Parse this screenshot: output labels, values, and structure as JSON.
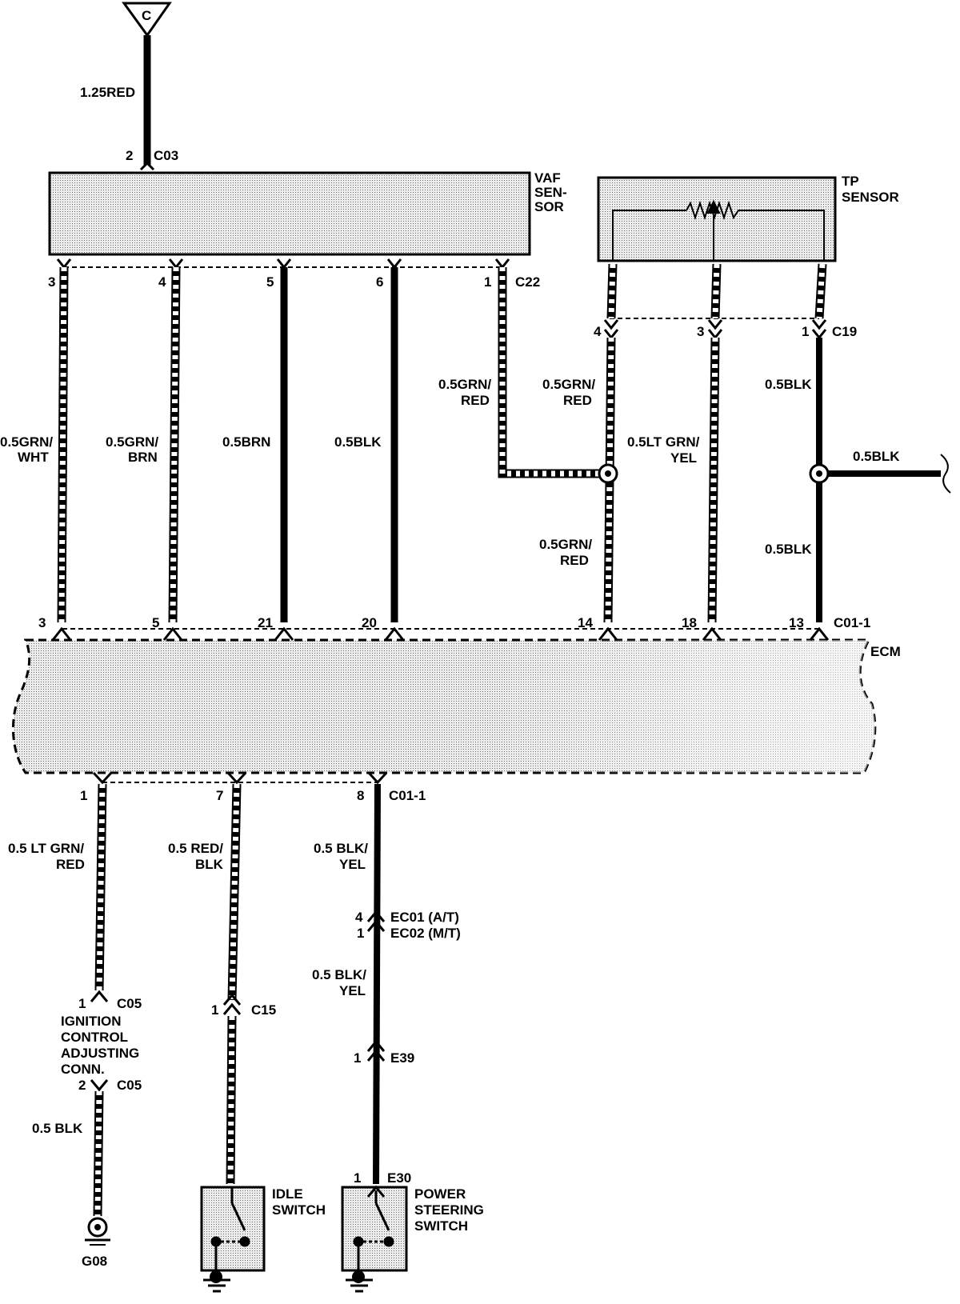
{
  "components": {
    "source_terminal": "C",
    "vaf_sensor": [
      "VAF",
      "SEN-",
      "SOR"
    ],
    "tp_sensor": [
      "TP",
      "SENSOR"
    ],
    "ecm": "ECM",
    "ign_conn": [
      "IGNITION",
      "CONTROL",
      "ADJUSTING",
      "CONN."
    ],
    "idle_switch": [
      "IDLE",
      "SWITCH"
    ],
    "ps_switch": [
      "POWER",
      "STEERING",
      "SWITCH"
    ],
    "ground": "G08"
  },
  "connectors": {
    "c03": "C03",
    "c03_pin": "2",
    "c22": "C22",
    "c22_pins": [
      "3",
      "4",
      "5",
      "6",
      "1"
    ],
    "c19": "C19",
    "c19_pins": [
      "4",
      "3",
      "1"
    ],
    "ecm_top": "C01-1",
    "ecm_top_pins": [
      "3",
      "5",
      "21",
      "20",
      "14",
      "18",
      "13"
    ],
    "ecm_bottom": "C01-1",
    "ecm_bottom_pins": [
      "1",
      "7",
      "8"
    ],
    "ec01": "EC01 (A/T)",
    "ec01_pin": "4",
    "ec02": "EC02 (M/T)",
    "ec02_pin": "1",
    "c05": "C05",
    "c05_pin_a": "1",
    "c05_pin_b": "2",
    "c15": "C15",
    "c15_pin": "1",
    "e39": "E39",
    "e39_pin": "1",
    "e30": "E30",
    "e30_pin": "1"
  },
  "wires": {
    "feed": "1.25RED",
    "w1": [
      "0.5GRN/",
      "WHT"
    ],
    "w2": [
      "0.5GRN/",
      "BRN"
    ],
    "w3": "0.5BRN",
    "w4": "0.5BLK",
    "w5": [
      "0.5GRN/",
      "RED"
    ],
    "w6a": [
      "0.5GRN/",
      "RED"
    ],
    "w6b": [
      "0.5GRN/",
      "RED"
    ],
    "w7": [
      "0.5LT GRN/",
      "YEL"
    ],
    "w8a": "0.5BLK",
    "w8b": "0.5BLK",
    "w8c": "0.5BLK",
    "b1": [
      "0.5 LT GRN/",
      "RED"
    ],
    "b1g": "0.5 BLK",
    "b2": [
      "0.5 RED/",
      "BLK"
    ],
    "b3a": [
      "0.5 BLK/",
      "YEL"
    ],
    "b3b": [
      "0.5 BLK/",
      "YEL"
    ]
  }
}
